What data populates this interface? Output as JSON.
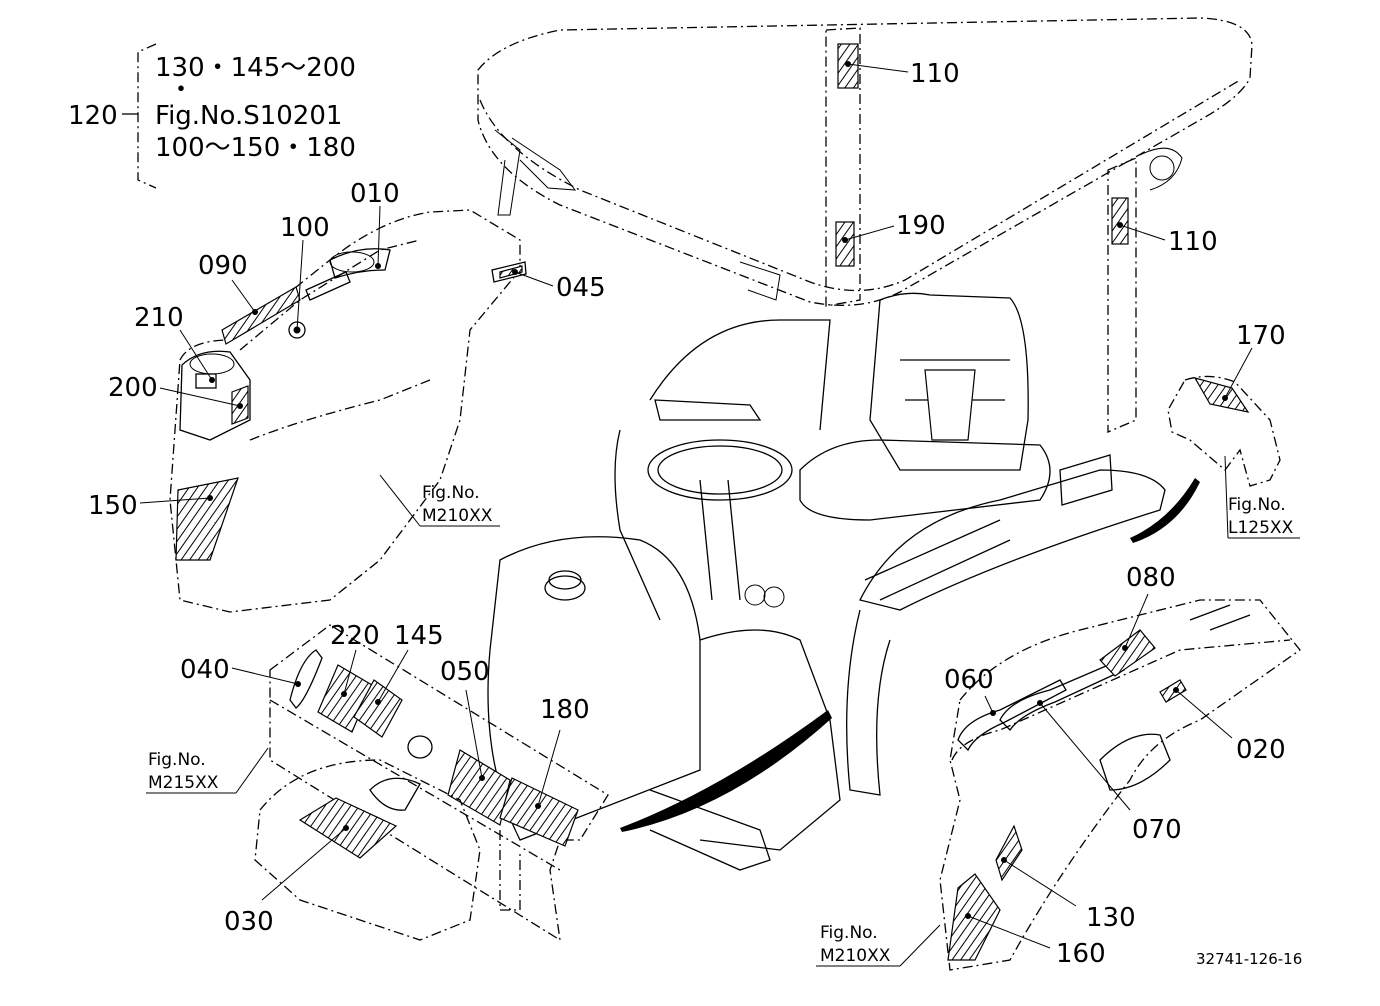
{
  "header_note": {
    "main_label": "120",
    "line1": "130・145～200",
    "line2": "・",
    "line3": "Fig.No.S10201",
    "line4": "100～150・180"
  },
  "parts": {
    "p010": "010",
    "p020": "020",
    "p030": "030",
    "p040": "040",
    "p045": "045",
    "p050": "050",
    "p060": "060",
    "p070": "070",
    "p080": "080",
    "p090": "090",
    "p100": "100",
    "p110_top": "110",
    "p110_right": "110",
    "p130": "130",
    "p145": "145",
    "p150": "150",
    "p160": "160",
    "p170": "170",
    "p180": "180",
    "p190": "190",
    "p200": "200",
    "p210": "210",
    "p220": "220"
  },
  "figure_refs": {
    "left_fender": {
      "label": "Fig.No.",
      "code": "M210XX"
    },
    "dash_panel": {
      "label": "Fig.No.",
      "code": "M215XX"
    },
    "right_fender": {
      "label": "Fig.No.",
      "code": "M210XX"
    },
    "rear_part": {
      "label": "Fig.No.",
      "code": "L125XX"
    }
  },
  "caption": "32741-126-16"
}
